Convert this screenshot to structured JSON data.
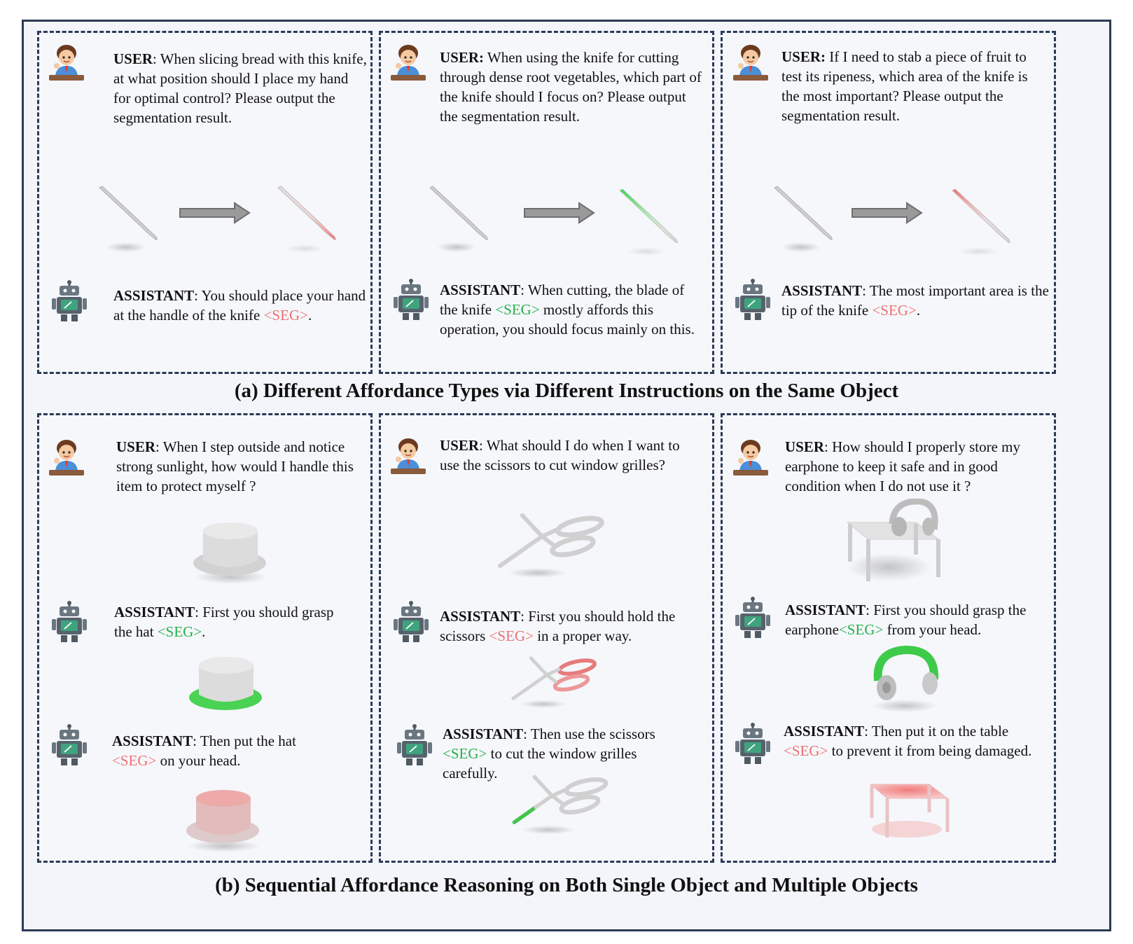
{
  "captions": {
    "a": "(a) Different Affordance Types via Different Instructions on the Same Object",
    "b": "(b) Sequential Affordance Reasoning on Both Single Object and Multiple Objects"
  },
  "labels": {
    "user": "USER",
    "user_colon": "USER:",
    "assistant": "ASSISTANT",
    "seg": "<SEG>"
  },
  "panels_a": [
    {
      "user_text": ": When slicing bread with this knife, at what position should I place my hand for optimal control? Please output the segmentation result.",
      "assistant_pre": ": You should place your hand at the handle of the knife ",
      "assistant_post": ".",
      "seg_color": "#ee6f6f"
    },
    {
      "user_text": " When using the knife for cutting through dense root vegetables, which part of the knife should I focus on? Please output the segmentation result.",
      "assistant_pre": ": When cutting, the blade of the knife ",
      "assistant_post": " mostly affords this operation, you should focus mainly on this.",
      "seg_color": "#23b04a"
    },
    {
      "user_text": " If I need to stab a piece of fruit to test its ripeness, which area of the knife is the most important? Please output the segmentation result.",
      "assistant_pre": ": The most important area is the tip of the knife ",
      "assistant_post": ".",
      "seg_color": "#ee6f6f"
    }
  ],
  "panels_b": [
    {
      "user_text": ": When I step outside and notice strong sunlight, how would I handle this item to protect myself ?",
      "step1_pre": ": First you should grasp the hat ",
      "step1_post": ".",
      "step2_pre": ": Then put the hat ",
      "step2_post": " on your head."
    },
    {
      "user_text": ": What should I do when I want to use the scissors to cut window grilles?",
      "step1_pre": ": First you should hold the scissors ",
      "step1_post": " in a proper way.",
      "step2_pre": ": Then use the scissors ",
      "step2_post": " to cut the window grilles carefully."
    },
    {
      "user_text": ": How should I properly store my earphone to keep it safe and in good condition when I do not use it ?",
      "step1_pre": ": First you should grasp the earphone",
      "step1_post": " from your head.",
      "step2_pre": ": Then put it on the table ",
      "step2_post": " to prevent it from being damaged."
    }
  ],
  "colors": {
    "border": "#2b3a55",
    "seg_red": "#ee6f6f",
    "seg_green": "#23b04a",
    "arrow": "#9a9a9a"
  }
}
